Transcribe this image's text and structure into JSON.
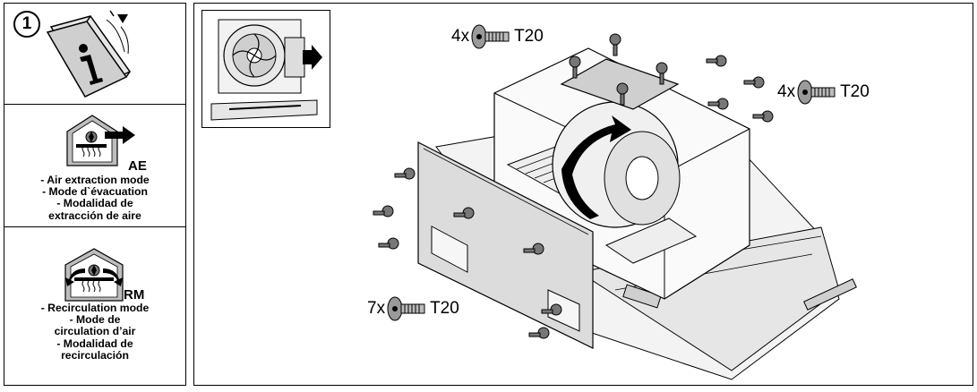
{
  "step": {
    "number": "1"
  },
  "modes": [
    {
      "code": "AE",
      "lines": [
        "- Air extraction mode",
        "- Mode d`évacuation",
        "- Modalidad de",
        "extracción de aire"
      ]
    },
    {
      "code": "RM",
      "lines": [
        "- Recirculation mode",
        "- Mode de",
        "circulation d’air",
        "- Modalidad de",
        "recirculación"
      ]
    }
  ],
  "callouts": {
    "top": {
      "qty": "4x",
      "bit": "T20",
      "icon": "torx-screw-icon"
    },
    "right": {
      "qty": "4x",
      "bit": "T20",
      "icon": "torx-screw-icon"
    },
    "bottom": {
      "qty": "7x",
      "bit": "T20",
      "icon": "torx-screw-icon"
    }
  },
  "icons": {
    "manual": "info-manual-icon",
    "extraction": "air-extraction-icon",
    "recirculation": "air-recirculation-icon",
    "inset": "blower-motor-inset-icon"
  }
}
